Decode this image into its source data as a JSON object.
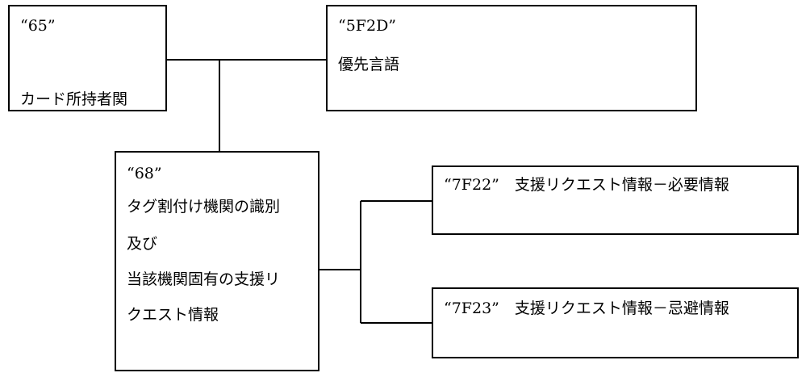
{
  "nodes": {
    "n65": {
      "code": "“65”",
      "label": "カード所持者関"
    },
    "n5f2d": {
      "code": "“5F2D”",
      "label": "優先言語"
    },
    "n68": {
      "code": "“68”",
      "lines": [
        "タグ割付け機関の識別",
        "及び",
        "当該機関固有の支援リ",
        "クエスト情報"
      ]
    },
    "n7f22": {
      "text": "“7F22”　支援リクエスト情報－必要情報"
    },
    "n7f23": {
      "text": "“7F23”　支援リクエスト情報－忌避情報"
    }
  }
}
